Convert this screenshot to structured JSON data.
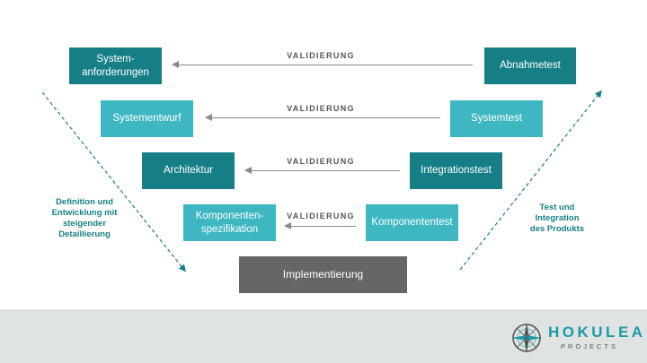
{
  "left_boxes": [
    {
      "label": "System-\nanforderungen"
    },
    {
      "label": "Systementwurf"
    },
    {
      "label": "Architektur"
    },
    {
      "label": "Komponenten-\nspezifikation"
    }
  ],
  "right_boxes": [
    {
      "label": "Abnahmetest"
    },
    {
      "label": "Systemtest"
    },
    {
      "label": "Integrationstest"
    },
    {
      "label": "Komponententest"
    }
  ],
  "bottom_box": {
    "label": "Implementierung"
  },
  "validation_labels": [
    "VALIDIERUNG",
    "VALIDIERUNG",
    "VALIDIERUNG",
    "VALIDIERUNG"
  ],
  "left_side_text": "Definition und\nEntwicklung mit\nsteigender\nDetaillierung",
  "right_side_text": "Test und\nIntegration\ndes Produkts",
  "logo": {
    "name": "HOKULEA",
    "sub": "PROJECTS"
  },
  "colors": {
    "teal_dark": "#167f86",
    "teal_light": "#3eb7c3",
    "gray": "#666666",
    "footer": "#dfe3e2"
  }
}
